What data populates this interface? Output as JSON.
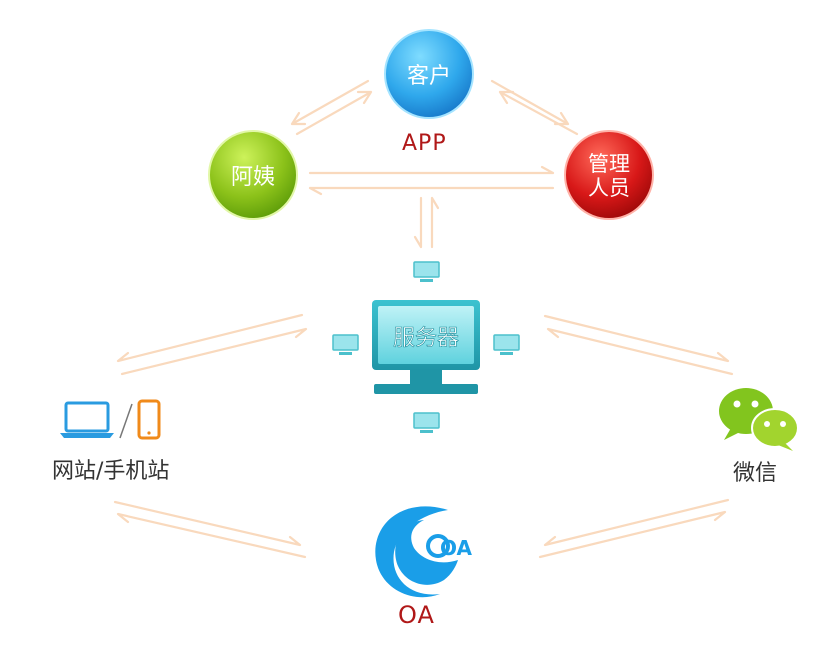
{
  "nodes": {
    "customer": "客户",
    "auntie": "阿姨",
    "manager_line1": "管理",
    "manager_line2": "人员",
    "server": "服务器",
    "app_label": "APP",
    "web_label": "网站/手机站",
    "wechat_label": "微信",
    "oa_label": "OA",
    "oa_logo_text": "OA"
  },
  "icons": [
    "laptop-icon",
    "smartphone-icon",
    "wechat-icon",
    "oa-logo-icon",
    "server-monitor-icon",
    "small-monitor-icon"
  ],
  "colors": {
    "arrow": "#f9d9bd",
    "customer": "#2fa8ec",
    "auntie": "#8cc21a",
    "manager": "#d81818",
    "server": "#28a8b8",
    "label_red": "#b01818",
    "label_dark": "#333333",
    "laptop": "#2a9be0",
    "phone": "#f08a1a",
    "wechat": "#7bbf1e",
    "oa": "#1a9ee8"
  }
}
